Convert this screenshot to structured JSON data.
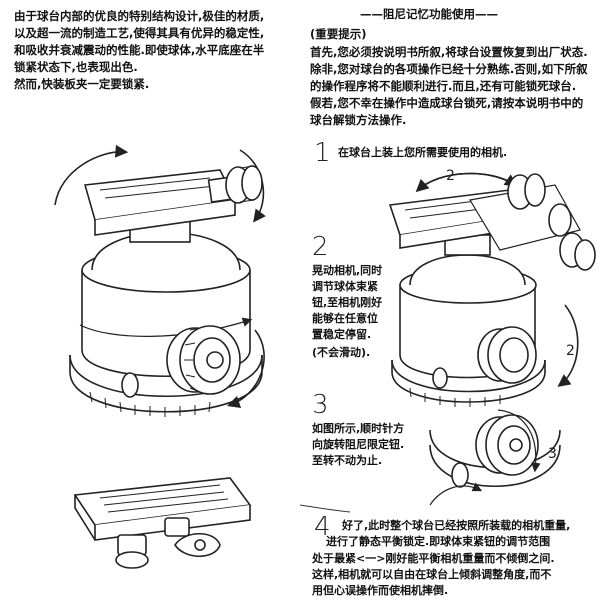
{
  "left_intro": {
    "lines": [
      "由于球台内部的优良的特别结构设计,极佳的材质,",
      "以及超一流的制造工艺,使得其具有优异的稳定性,",
      "和吸收并衰减震动的性能.即使球体,水平底座在半",
      "锁紧状态下,也表现出色.",
      "然而,快装板夹一定要锁紧."
    ]
  },
  "right_header": {
    "title": "——阻尼记忆功能使用——",
    "notice_label": "(重要提示)",
    "lines": [
      "首先,您必须按说明书所叙,将球台设置恢复到出厂状态.",
      "除非,您对球台的各项操作已经十分熟练.否则,如下所叙",
      "的操作程序将不能顺利进行.而且,还有可能锁死球台.",
      "假若,您不幸在操作中造成球台锁死,请按本说明书中的",
      "球台解锁方法操作."
    ]
  },
  "steps": [
    {
      "number": "1",
      "lines": [
        "在球台上装上您所需要使用的相机."
      ]
    },
    {
      "number": "2",
      "lines": [
        "晃动相机,同时",
        "调节球体束紧",
        "钮,至相机刚好",
        "能够在任意位",
        "置稳定停留.",
        "(不会滑动)."
      ]
    },
    {
      "number": "3",
      "lines": [
        "如图所示,顺时针方",
        "向旋转阻尼限定钮.",
        "至转不动为止."
      ]
    },
    {
      "number": "4",
      "lines": [
        "好了,此时整个球台已经按照所装载的相机重量,",
        "进行了静态平衡锁定.即球体束紧钮的调节范围",
        "处于最紧<一>刚好能平衡相机重量而不倾倒之间.",
        "这样,相机就可以自由在球台上倾斜调整角度,而不",
        "用但心误操作而使相机摔倒."
      ]
    }
  ],
  "figure_labels": {
    "fig2_arrow_top": "2",
    "fig2_arrow_side": "2",
    "fig3_label": "3"
  }
}
